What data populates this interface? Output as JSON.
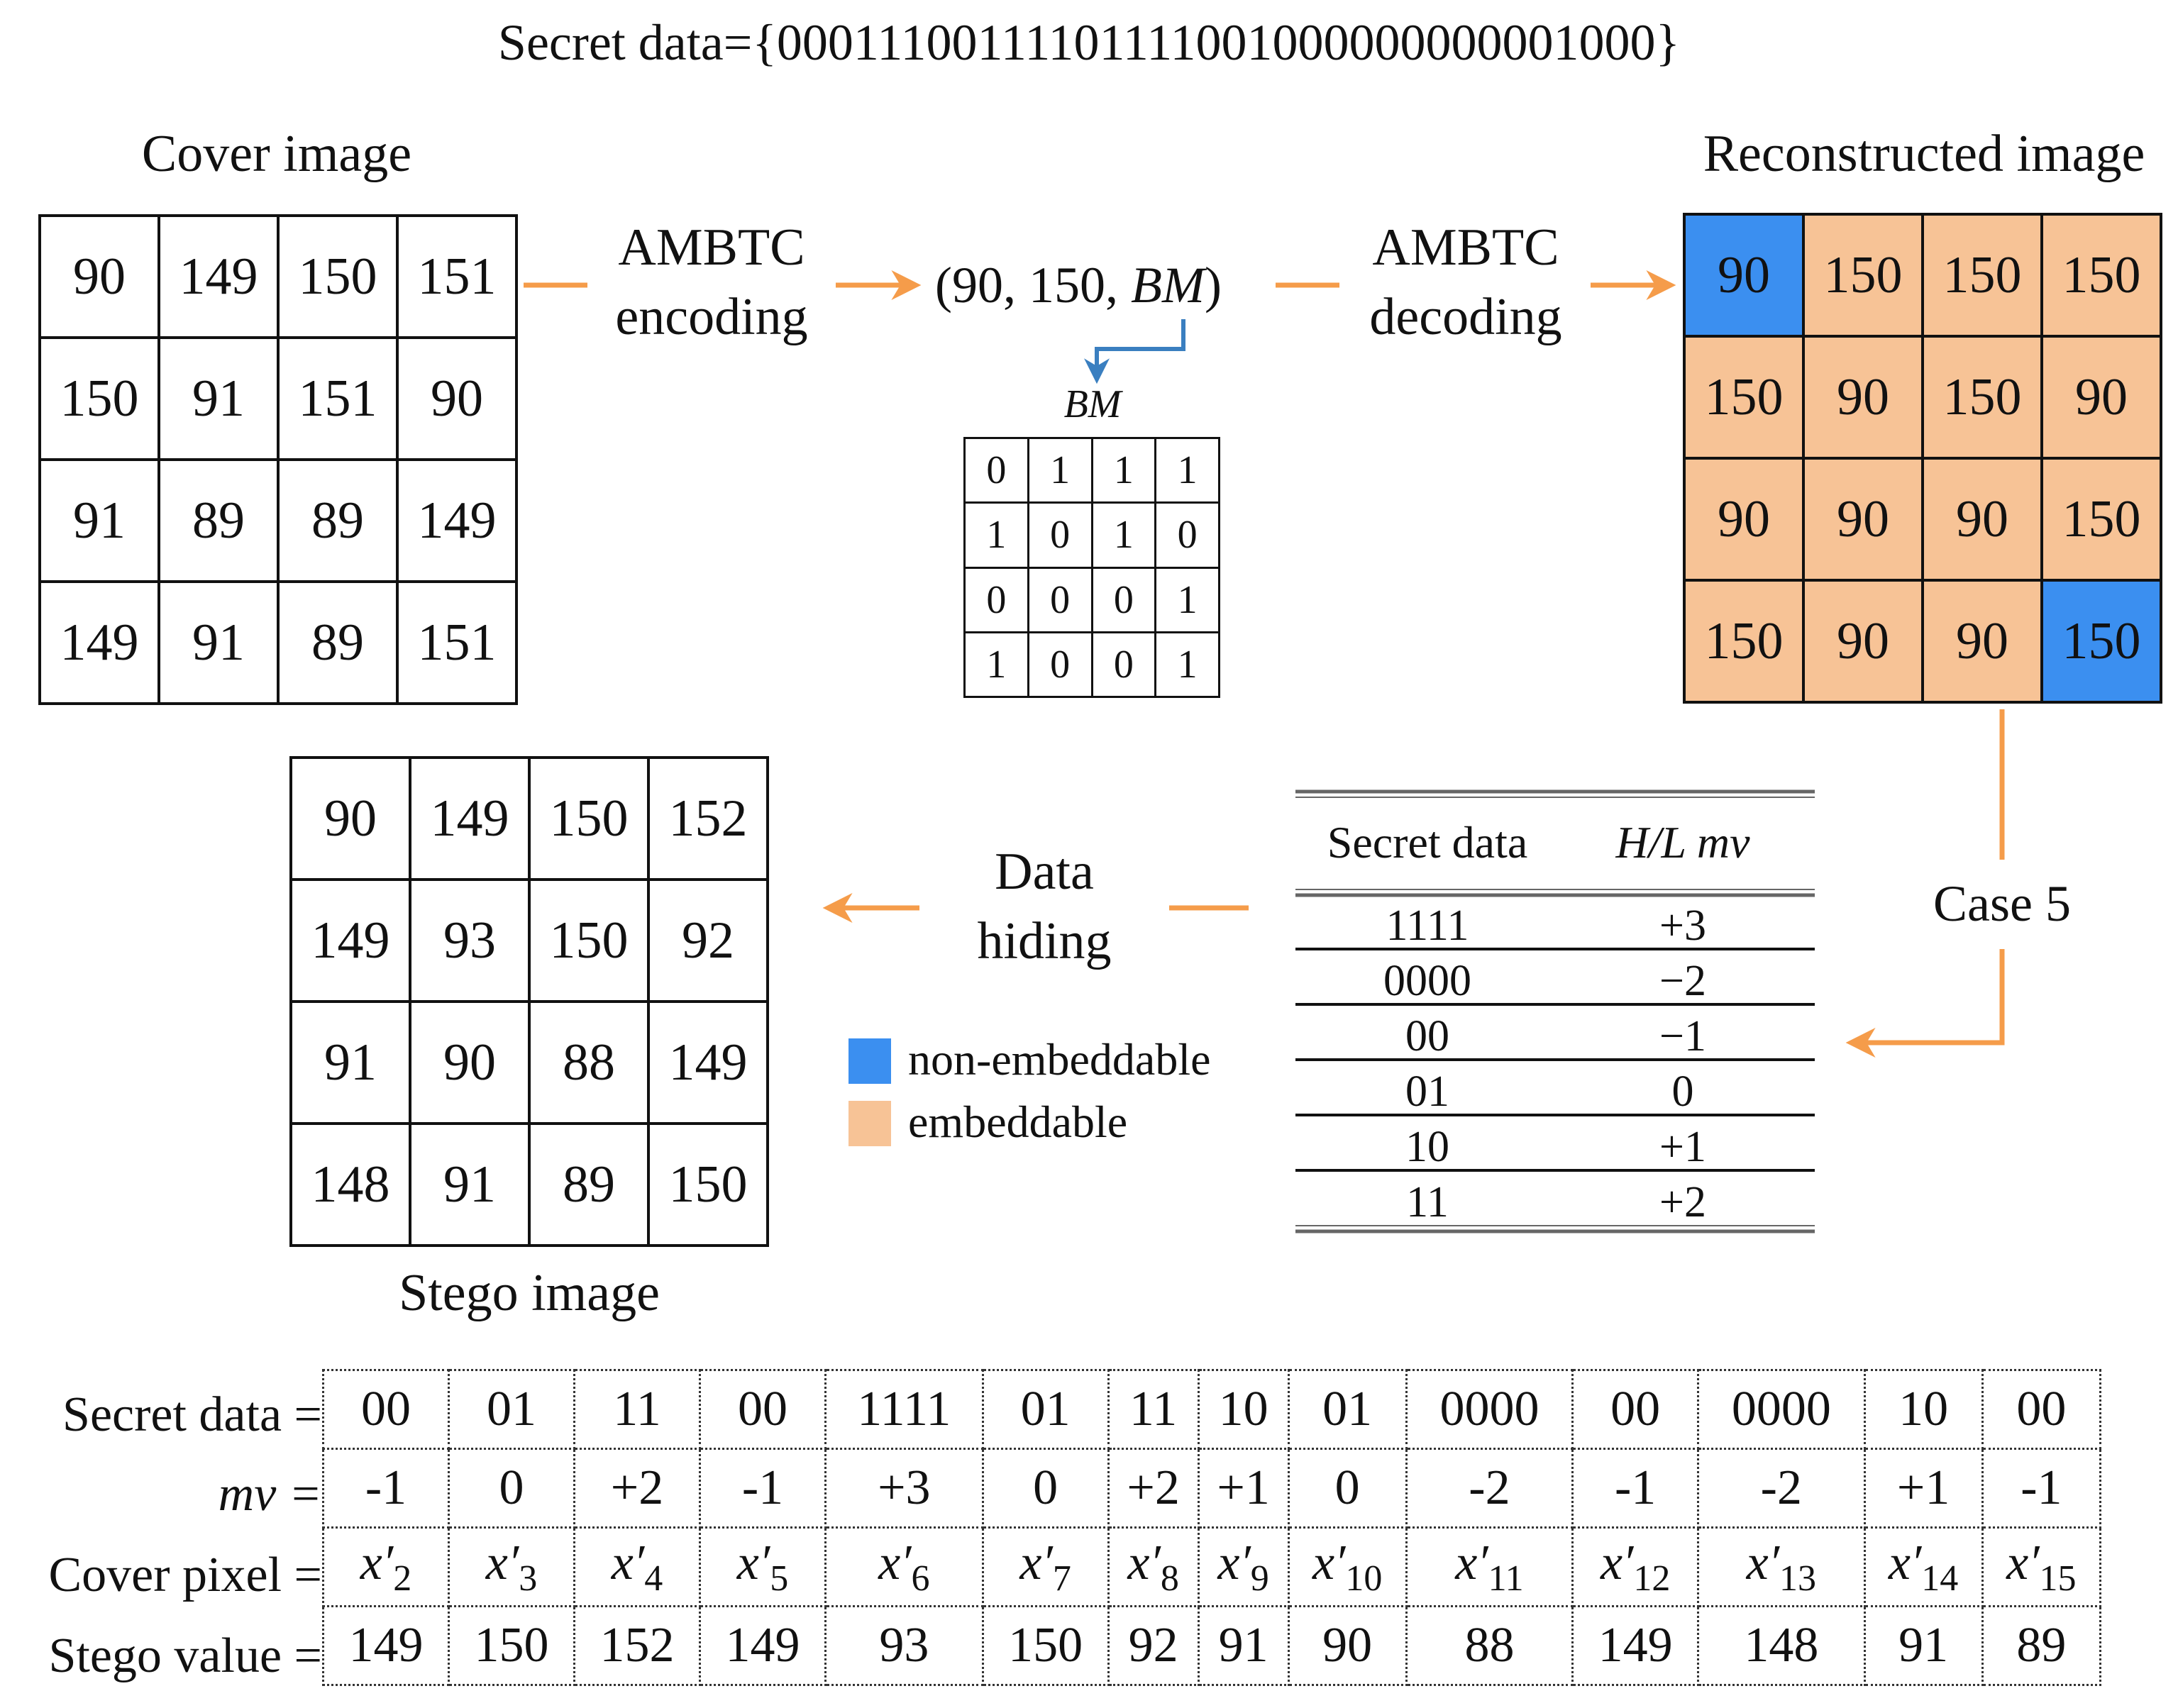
{
  "header": {
    "secret_label": "Secret data=",
    "secret_bits": "{00011100111101111001000000000001000}"
  },
  "cover": {
    "title": "Cover image",
    "cells": [
      "90",
      "149",
      "150",
      "151",
      "150",
      "91",
      "151",
      "90",
      "91",
      "89",
      "89",
      "149",
      "149",
      "91",
      "89",
      "151"
    ]
  },
  "encode": {
    "line1": "AMBTC",
    "line2": "encoding"
  },
  "triple": {
    "prefix": "(90, 150, ",
    "bm": "BM",
    "suffix": ")"
  },
  "bm": {
    "title": "BM",
    "cells": [
      "0",
      "1",
      "1",
      "1",
      "1",
      "0",
      "1",
      "0",
      "0",
      "0",
      "0",
      "1",
      "1",
      "0",
      "0",
      "1"
    ]
  },
  "decode": {
    "line1": "AMBTC",
    "line2": "decoding"
  },
  "reconstructed": {
    "title": "Reconstructed image",
    "cells": [
      "90",
      "150",
      "150",
      "150",
      "150",
      "90",
      "150",
      "90",
      "90",
      "90",
      "90",
      "150",
      "150",
      "90",
      "90",
      "150"
    ],
    "kinds": [
      "n",
      "e",
      "e",
      "e",
      "e",
      "e",
      "e",
      "e",
      "e",
      "e",
      "e",
      "e",
      "e",
      "e",
      "e",
      "n"
    ]
  },
  "case": "Case 5",
  "mv_table": {
    "headers": [
      "Secret data",
      "H/L mv"
    ],
    "rows": [
      [
        "1111",
        "+3"
      ],
      [
        "0000",
        "−2"
      ],
      [
        "00",
        "−1"
      ],
      [
        "01",
        "0"
      ],
      [
        "10",
        "+1"
      ],
      [
        "11",
        "+2"
      ]
    ]
  },
  "hiding": {
    "line1": "Data",
    "line2": "hiding"
  },
  "legend": [
    {
      "label": "non-embeddable",
      "color": "#3b8ff0"
    },
    {
      "label": "embeddable",
      "color": "#f7c396"
    }
  ],
  "stego": {
    "title": "Stego image",
    "cells": [
      "90",
      "149",
      "150",
      "152",
      "149",
      "93",
      "150",
      "92",
      "91",
      "90",
      "88",
      "149",
      "148",
      "91",
      "89",
      "150"
    ]
  },
  "steps": {
    "row_labels": [
      "Secret data =",
      "mv =",
      "Cover pixel =",
      "Stego value ="
    ],
    "secret": [
      "00",
      "01",
      "11",
      "00",
      "1111",
      "01",
      "11",
      "10",
      "01",
      "0000",
      "00",
      "0000",
      "10",
      "00"
    ],
    "mv": [
      "-1",
      "0",
      "+2",
      "-1",
      "+3",
      "0",
      "+2",
      "+1",
      "0",
      "-2",
      "-1",
      "-2",
      "+1",
      "-1"
    ],
    "pixel_base": "x′",
    "pixel_idx": [
      "2",
      "3",
      "4",
      "5",
      "6",
      "7",
      "8",
      "9",
      "10",
      "11",
      "12",
      "13",
      "14",
      "15"
    ],
    "stego": [
      "149",
      "150",
      "152",
      "149",
      "93",
      "150",
      "92",
      "91",
      "90",
      "88",
      "149",
      "148",
      "91",
      "89"
    ]
  },
  "colors": {
    "arrow_orange": "#f59c4a",
    "arrow_blue": "#3a7fc0",
    "blue": "#3b8ff0",
    "orange": "#f7c396"
  }
}
